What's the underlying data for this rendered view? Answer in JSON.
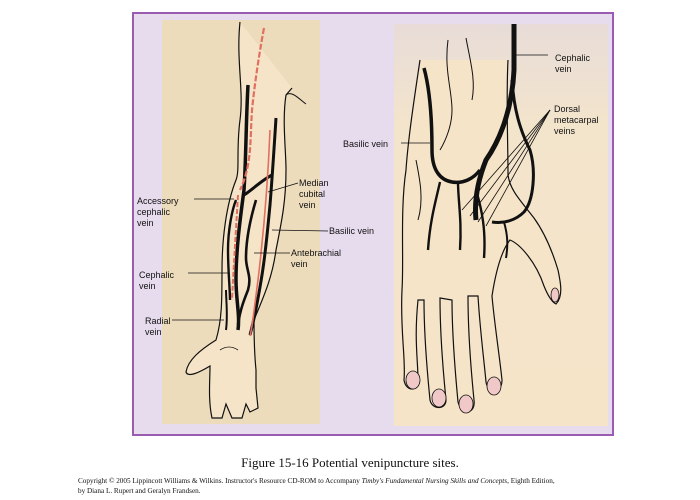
{
  "figure": {
    "caption": "Figure 15-16 Potential venipuncture sites.",
    "copyright": {
      "prefix": "Copyright © 2005 Lippincott Williams & Wilkins.  Instructor's Resource CD-ROM to Accompany ",
      "book_title": "Timby's Fundamental Nursing Skills and Concepts",
      "suffix": ", Eighth Edition,",
      "line2": "by Diana L. Rupert and Geralyn Frandsen."
    },
    "colors": {
      "frame_border": "#9a5bb0",
      "frame_background": "#e7dcee",
      "skin": "#f6e4c8",
      "vein": "#111111",
      "artery": "#e07060",
      "nail": "#f0c8c8"
    }
  },
  "arm_panel": {
    "labels": {
      "accessory_cephalic": "Accessory\ncephalic\nvein",
      "median_cubital": "Median\ncubital\nvein",
      "basilic": "Basilic vein",
      "antebrachial": "Antebrachial\nvein",
      "cephalic": "Cephalic\nvein",
      "radial": "Radial\nvein"
    }
  },
  "hand_panel": {
    "labels": {
      "cephalic": "Cephalic\nvein",
      "dorsal_metacarpal": "Dorsal\nmetacarpal\nveins",
      "basilic": "Basilic vein"
    }
  }
}
